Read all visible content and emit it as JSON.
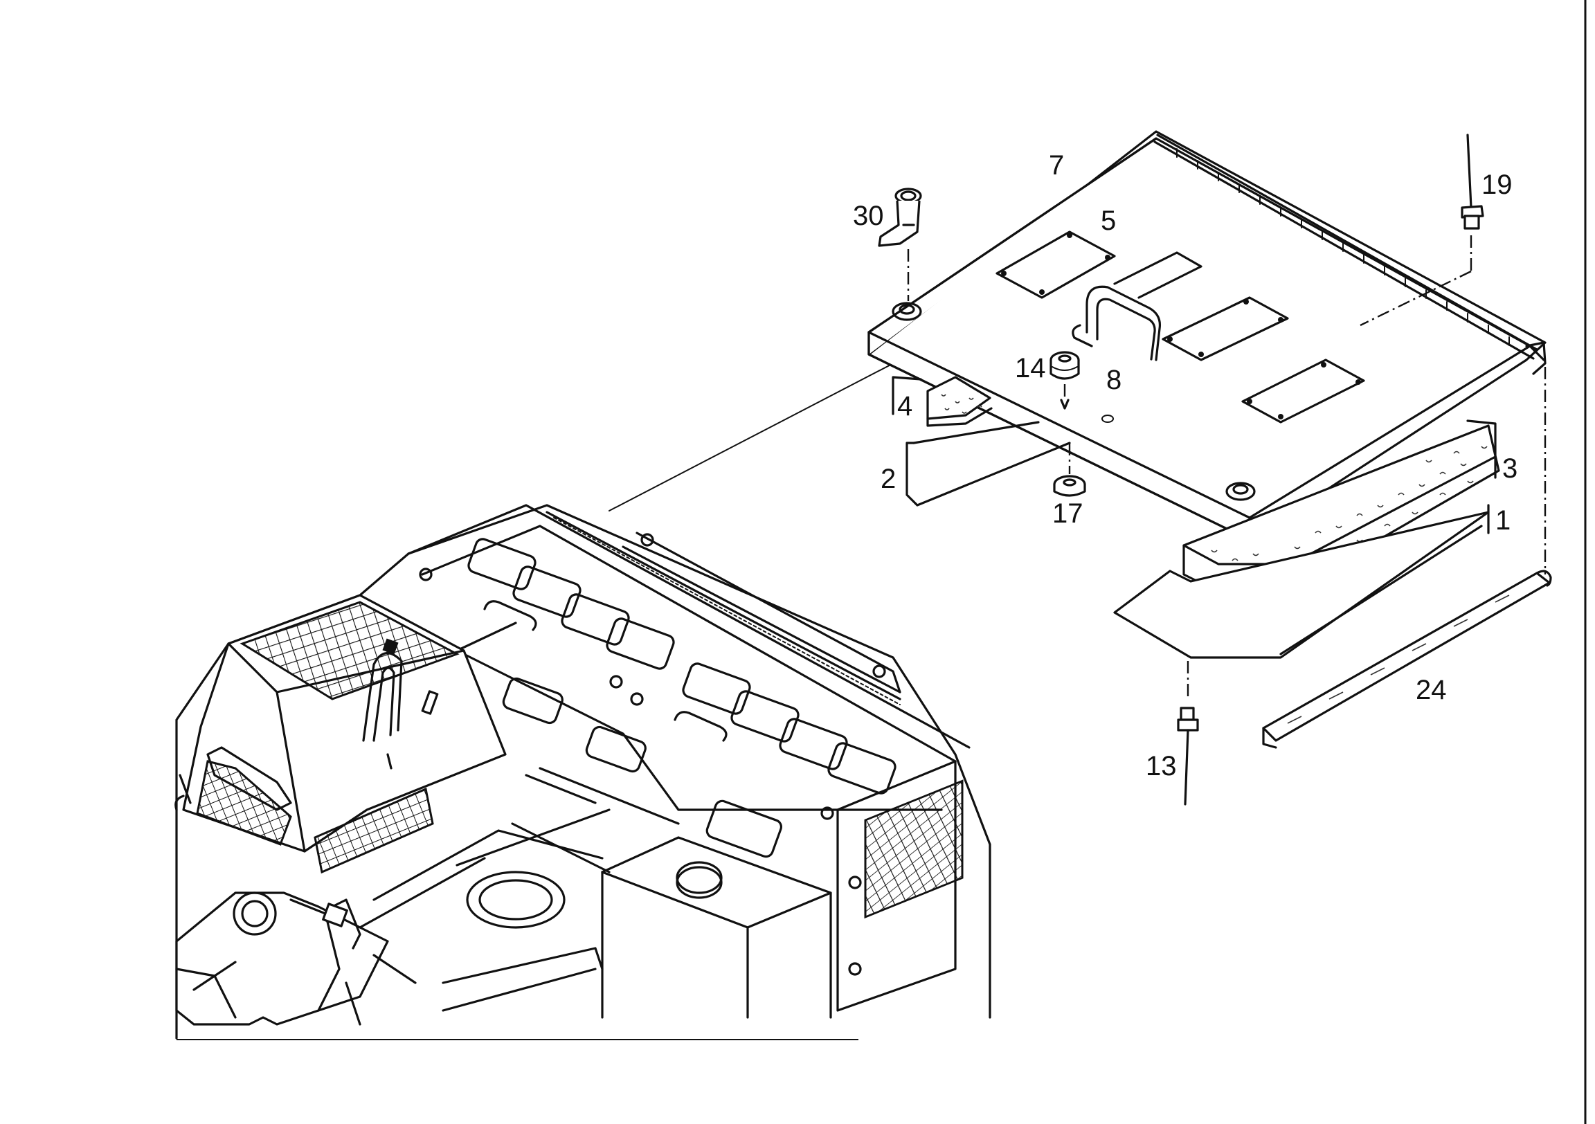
{
  "callouts": [
    {
      "id": "7",
      "label": "7"
    },
    {
      "id": "30",
      "label": "30"
    },
    {
      "id": "5",
      "label": "5"
    },
    {
      "id": "19",
      "label": "19"
    },
    {
      "id": "14",
      "label": "14"
    },
    {
      "id": "8",
      "label": "8"
    },
    {
      "id": "4",
      "label": "4"
    },
    {
      "id": "2",
      "label": "2"
    },
    {
      "id": "17",
      "label": "17"
    },
    {
      "id": "3",
      "label": "3"
    },
    {
      "id": "1",
      "label": "1"
    },
    {
      "id": "24",
      "label": "24"
    },
    {
      "id": "13",
      "label": "13"
    }
  ]
}
